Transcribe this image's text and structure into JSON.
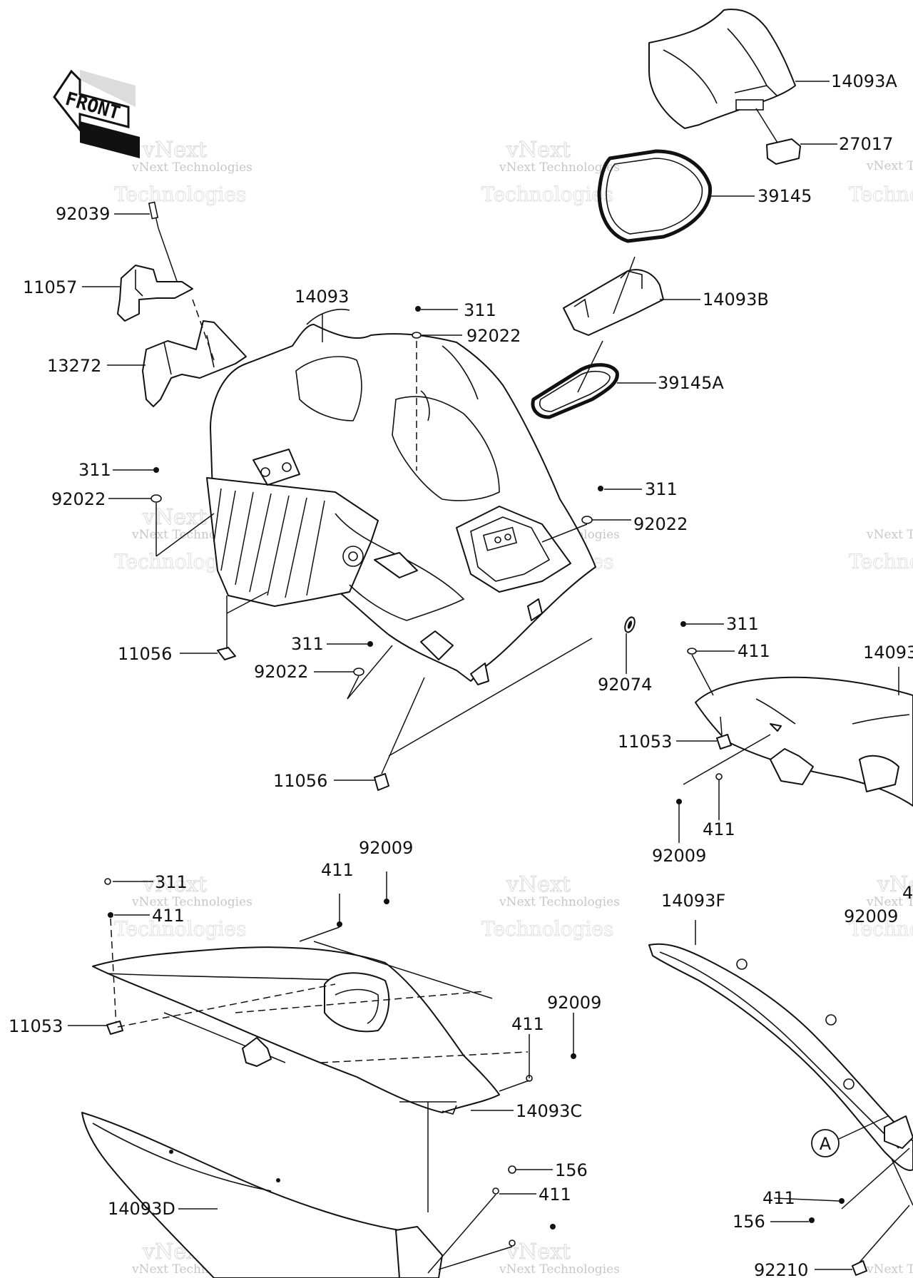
{
  "front_label": "FRONT",
  "watermark": {
    "line1": "vNext",
    "line2": "vNext Technologies",
    "line3": "Technologies"
  },
  "circle_ref": "A",
  "callouts": [
    {
      "id": "14093A",
      "text": "14093A"
    },
    {
      "id": "27017",
      "text": "27017"
    },
    {
      "id": "39145",
      "text": "39145"
    },
    {
      "id": "14093B",
      "text": "14093B"
    },
    {
      "id": "39145A",
      "text": "39145A"
    },
    {
      "id": "14093",
      "text": "14093"
    },
    {
      "id": "92039",
      "text": "92039"
    },
    {
      "id": "11057",
      "text": "11057"
    },
    {
      "id": "13272",
      "text": "13272"
    },
    {
      "id": "311-a",
      "text": "311"
    },
    {
      "id": "92022-a",
      "text": "92022"
    },
    {
      "id": "311-b",
      "text": "311"
    },
    {
      "id": "92022-b",
      "text": "92022"
    },
    {
      "id": "311-c",
      "text": "311"
    },
    {
      "id": "92022-c",
      "text": "92022"
    },
    {
      "id": "311-d",
      "text": "311"
    },
    {
      "id": "92022-d",
      "text": "92022"
    },
    {
      "id": "11056-a",
      "text": "11056"
    },
    {
      "id": "11056-b",
      "text": "11056"
    },
    {
      "id": "92074",
      "text": "92074"
    },
    {
      "id": "311-e",
      "text": "311"
    },
    {
      "id": "411-e",
      "text": "411"
    },
    {
      "id": "14093-e",
      "text": "14093"
    },
    {
      "id": "11053-e",
      "text": "11053"
    },
    {
      "id": "411-f",
      "text": "411"
    },
    {
      "id": "92009-f",
      "text": "92009"
    },
    {
      "id": "311-g",
      "text": "311"
    },
    {
      "id": "411-g",
      "text": "411"
    },
    {
      "id": "11053-g",
      "text": "11053"
    },
    {
      "id": "411-h",
      "text": "411"
    },
    {
      "id": "92009-h",
      "text": "92009"
    },
    {
      "id": "411-i",
      "text": "411"
    },
    {
      "id": "92009-i",
      "text": "92009"
    },
    {
      "id": "14093C",
      "text": "14093C"
    },
    {
      "id": "14093D",
      "text": "14093D"
    },
    {
      "id": "156-j",
      "text": "156"
    },
    {
      "id": "411-j",
      "text": "411"
    },
    {
      "id": "14093F",
      "text": "14093F"
    },
    {
      "id": "4-k",
      "text": "4"
    },
    {
      "id": "92009-k",
      "text": "92009"
    },
    {
      "id": "411-l",
      "text": "411"
    },
    {
      "id": "156-l",
      "text": "156"
    },
    {
      "id": "92210",
      "text": "92210"
    }
  ]
}
